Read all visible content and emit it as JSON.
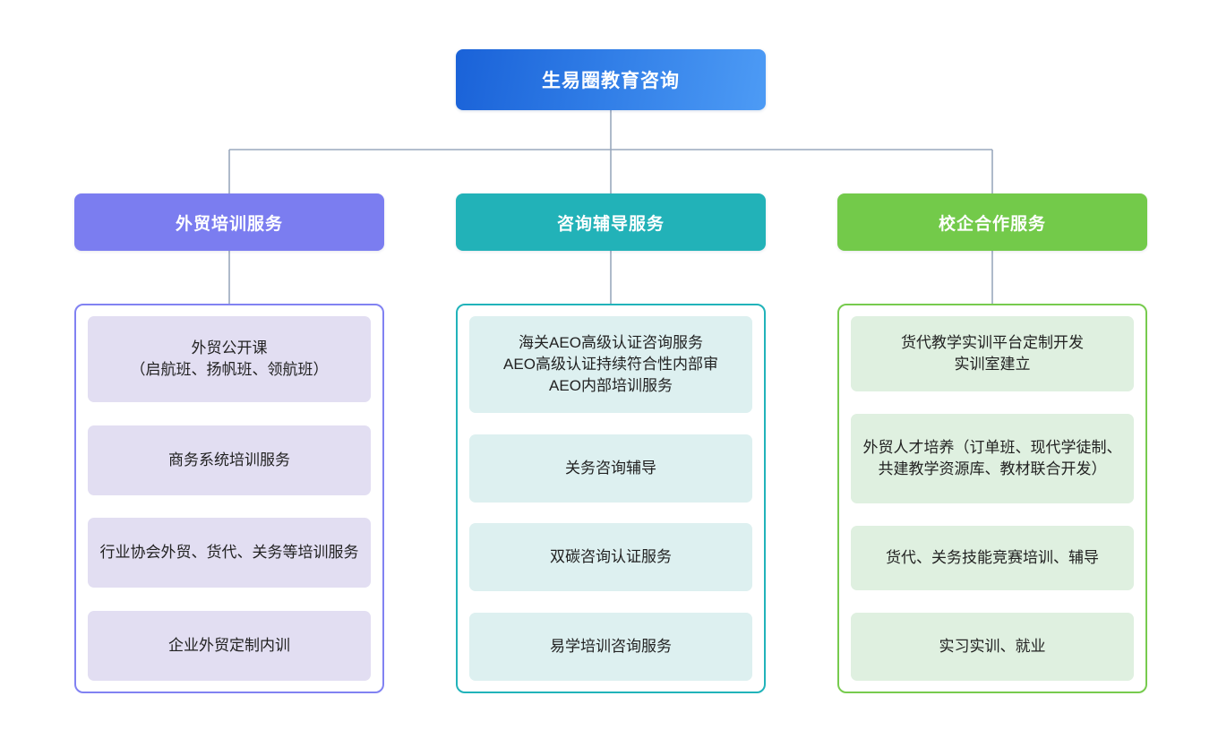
{
  "root": {
    "label": "生易圈教育咨询",
    "color": "#2f7ce6"
  },
  "connector": {
    "color": "#9aa8bd"
  },
  "branches": [
    {
      "id": "waimao-peixun",
      "header": "外贸培训服务",
      "header_color": "#7b7df0",
      "border_color": "#8182f2",
      "card_color": "#e2def2",
      "items": [
        {
          "label": "外贸公开课\n（启航班、扬帆班、领航班）"
        },
        {
          "label": "商务系统培训服务"
        },
        {
          "label": "行业协会外贸、货代、关务等培训服务"
        },
        {
          "label": "企业外贸定制内训"
        }
      ]
    },
    {
      "id": "zixun-fudao",
      "header": "咨询辅导服务",
      "header_color": "#22b2b8",
      "border_color": "#21b3ba",
      "card_color": "#ddf0f0",
      "items": [
        {
          "label": "海关AEO高级认证咨询服务\nAEO高级认证持续符合性内部审\nAEO内部培训服务"
        },
        {
          "label": "关务咨询辅导"
        },
        {
          "label": "双碳咨询认证服务"
        },
        {
          "label": "易学培训咨询服务"
        }
      ]
    },
    {
      "id": "xiaoqi-hezuo",
      "header": "校企合作服务",
      "header_color": "#73ca4a",
      "border_color": "#77cb4e",
      "card_color": "#dff0e0",
      "items": [
        {
          "label": "货代教学实训平台定制开发\n实训室建立"
        },
        {
          "label": "外贸人才培养（订单班、现代学徒制、共建教学资源库、教材联合开发）"
        },
        {
          "label": "货代、关务技能竞赛培训、辅导"
        },
        {
          "label": "实习实训、就业"
        }
      ]
    }
  ]
}
